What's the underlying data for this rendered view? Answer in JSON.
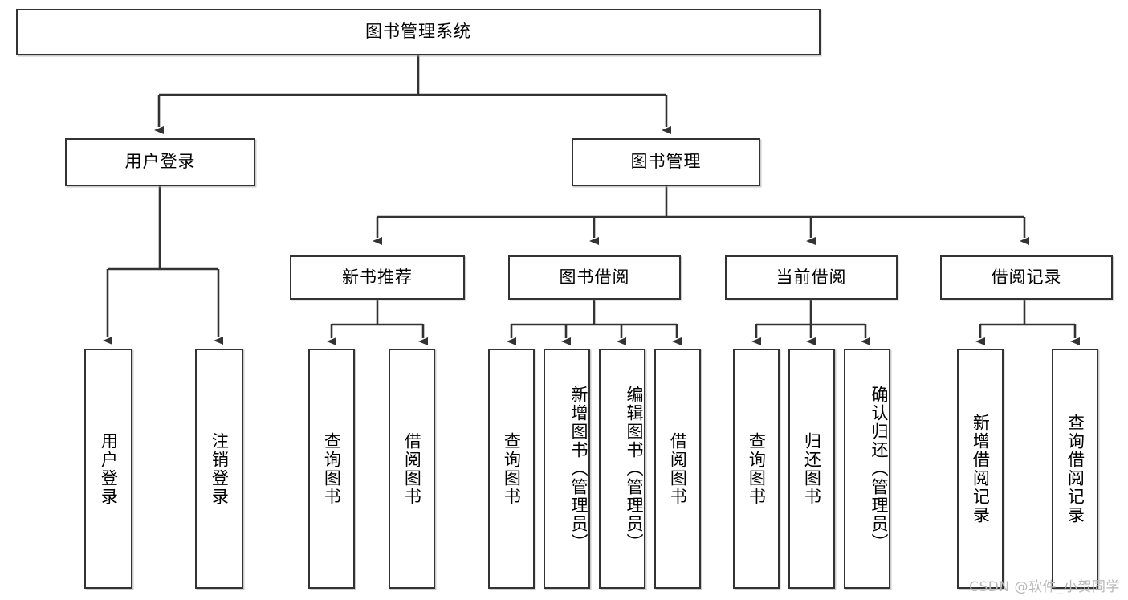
{
  "diagram": {
    "title_box": {
      "label": "图书管理系统"
    },
    "level2": [
      {
        "label": "用户登录"
      },
      {
        "label": "图书管理"
      }
    ],
    "level3": [
      {
        "label": "新书推荐"
      },
      {
        "label": "图书借阅"
      },
      {
        "label": "当前借阅"
      },
      {
        "label": "借阅记录"
      }
    ],
    "leaves": {
      "user_login": [
        {
          "label": "用户登录"
        },
        {
          "label": "注销登录"
        }
      ],
      "new_book_recommend": [
        {
          "label": "查询图书"
        },
        {
          "label": "借阅图书"
        }
      ],
      "book_borrow": [
        {
          "label": "查询图书"
        },
        {
          "label": "新增图书（管理员）"
        },
        {
          "label": "编辑图书（管理员）"
        },
        {
          "label": "借阅图书"
        }
      ],
      "current_borrow": [
        {
          "label": "查询图书"
        },
        {
          "label": "归还图书"
        },
        {
          "label": "确认归还（管理员）"
        }
      ],
      "borrow_record": [
        {
          "label": "新增借阅记录"
        },
        {
          "label": "查询借阅记录"
        }
      ]
    }
  },
  "watermark": {
    "text": "CSDN @软件_小贺同学"
  },
  "colors": {
    "stroke": "#333333",
    "box_fill": "#ffffff",
    "text": "#000000",
    "watermark": "#b8b8b8",
    "shadow": "#a0a0a0"
  }
}
